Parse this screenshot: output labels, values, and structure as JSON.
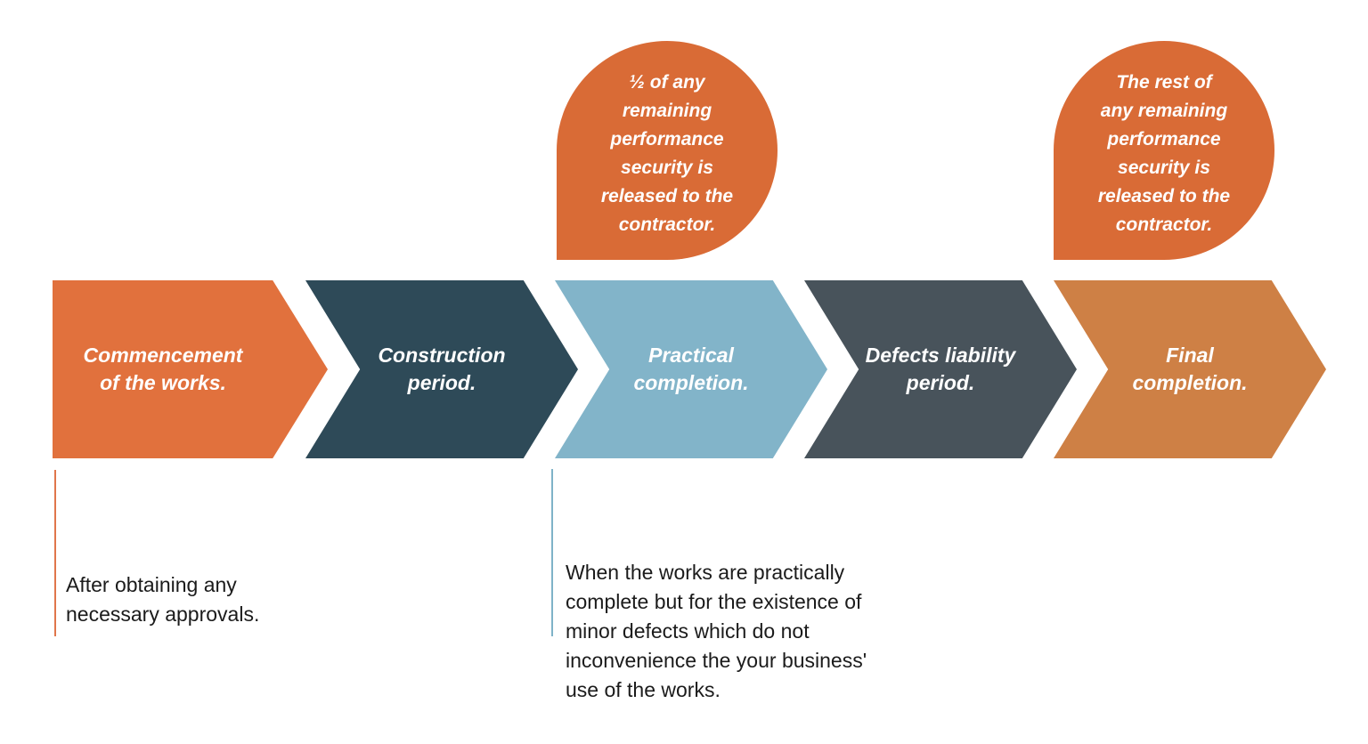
{
  "callouts": [
    {
      "lines": [
        "½ of any",
        "remaining",
        "performance",
        "security is",
        "released to the",
        "contractor."
      ],
      "text": "½ of any remaining performance security is released to the contractor.",
      "color": "#D96B36",
      "text_color": "#FFFFFF"
    },
    {
      "lines": [
        "The rest of",
        "any remaining",
        "performance",
        "security is",
        "released to the",
        "contractor."
      ],
      "text": "The rest of any remaining performance security is released to the contractor.",
      "color": "#D96B36",
      "text_color": "#FFFFFF"
    }
  ],
  "stages": [
    {
      "lines": [
        "Commencement",
        "of the works."
      ],
      "label": "Commencement of the works.",
      "color": "#E1713D"
    },
    {
      "lines": [
        "Construction",
        "period."
      ],
      "label": "Construction period.",
      "color": "#2E4A58"
    },
    {
      "lines": [
        "Practical",
        "completion."
      ],
      "label": "Practical completion.",
      "color": "#82B4C9"
    },
    {
      "lines": [
        "Defects liability",
        "period."
      ],
      "label": "Defects liability period.",
      "color": "#48535B"
    },
    {
      "lines": [
        "Final",
        "completion."
      ],
      "label": "Final completion.",
      "color": "#CE8045"
    }
  ],
  "annotations": [
    {
      "lines": [
        "After obtaining any",
        "necessary approvals."
      ],
      "text": "After obtaining any necessary approvals.",
      "line_color": "#E0764A"
    },
    {
      "lines": [
        "When the works are practically",
        "complete but for the existence of",
        "minor defects which do not",
        "inconvenience the your business'",
        "use of the works."
      ],
      "text": "When the works are practically complete but for the existence of minor defects which do not inconvenience the your business' use of the works.",
      "line_color": "#7FB3C8"
    }
  ]
}
